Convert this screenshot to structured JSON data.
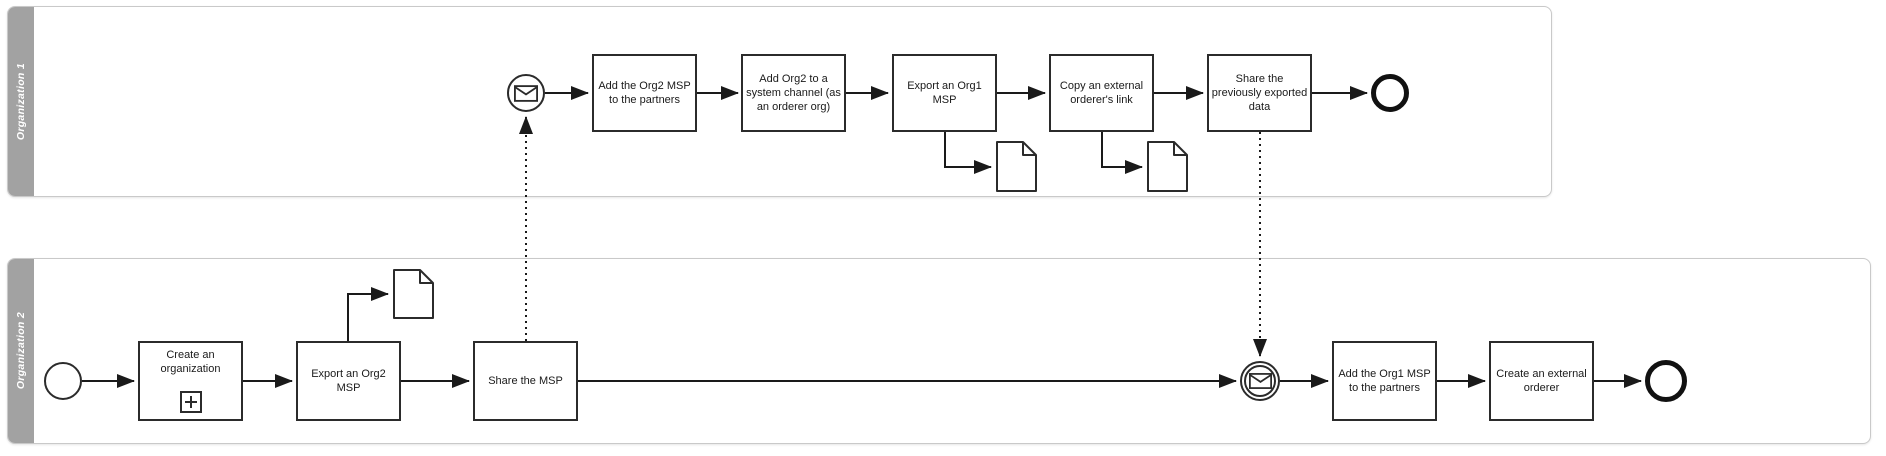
{
  "colors": {
    "lane_bar": "#a2a2a2",
    "lane_border": "#c9c9c9",
    "shape_border": "#2b2b2b",
    "text": "#1a1a1a",
    "background": "#ffffff"
  },
  "org1": {
    "label": "Organization 1",
    "tasks": {
      "add_org2_msp": "Add the Org2 MSP to the partners",
      "add_org2_system_channel": "Add Org2 to a system channel (as an orderer org)",
      "export_org1_msp": "Export an Org1 MSP",
      "copy_external_orderer_link": "Copy an external orderer's link",
      "share_exported_data": "Share the previously exported data"
    }
  },
  "org2": {
    "label": "Organization 2",
    "tasks": {
      "create_organization": "Create an organization",
      "export_org2_msp": "Export an Org2 MSP",
      "share_msp": "Share the MSP",
      "add_org1_msp": "Add the Org1 MSP to the partners",
      "create_external_orderer": "Create an external orderer"
    }
  },
  "icons": {
    "message_start_event": "envelope-icon",
    "message_catch_event": "envelope-icon",
    "data_object": "document-icon",
    "collapsed_subprocess": "plus-icon"
  }
}
